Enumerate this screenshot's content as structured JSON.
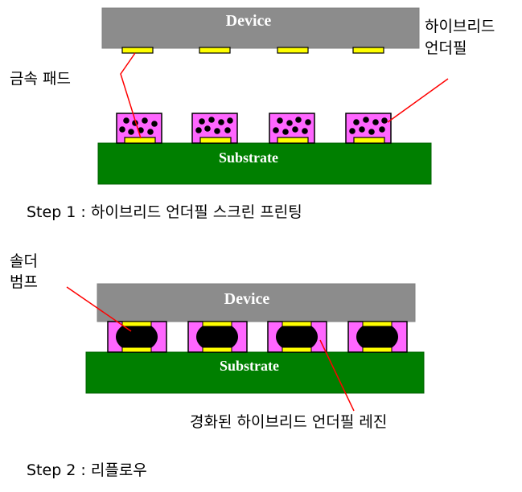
{
  "step1": {
    "device_label": "Device",
    "substrate_label": "Substrate",
    "metal_pad_label": "금속 패드",
    "underfill_label_line1": "하이브리드",
    "underfill_label_line2": "언더필",
    "caption": "Step 1 : 하이브리드 언더필 스크린 프린팅"
  },
  "step2": {
    "device_label": "Device",
    "substrate_label": "Substrate",
    "solder_label_line1": "솔더",
    "solder_label_line2": "범프",
    "cured_label": "경화된 하이브리드 언더필 레진",
    "caption": "Step 2 : 리플로우"
  },
  "colors": {
    "device": "#8c8c8c",
    "substrate": "#007f00",
    "underfill": "#ff66ff",
    "pad": "#ffff00",
    "solder": "#000000",
    "leader_line": "#ff0000"
  }
}
